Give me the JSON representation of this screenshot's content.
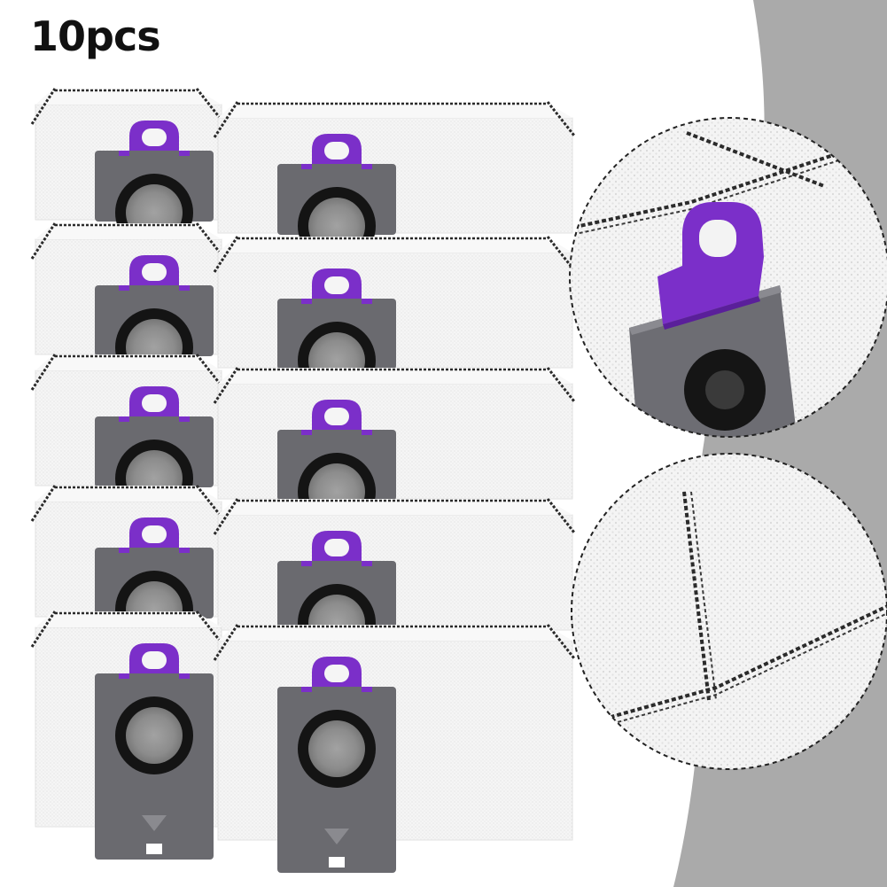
{
  "caption": "10pcs",
  "product": {
    "bag_count": 10,
    "colors": {
      "background_swoosh": "#aaaaaa",
      "bag_fabric": "#f4f4f4",
      "bag_seam": "#2a2a2a",
      "cardboard_tab": "#6a6a6f",
      "handle_purple": "#7b2fc9",
      "filter_ring": "#141414",
      "filter_felt": "#8a8a8a",
      "detail_circle_border": "#222222"
    }
  },
  "detail_views": [
    {
      "subject": "purple-handle-closeup"
    },
    {
      "subject": "stitched-seam-closeup"
    }
  ]
}
